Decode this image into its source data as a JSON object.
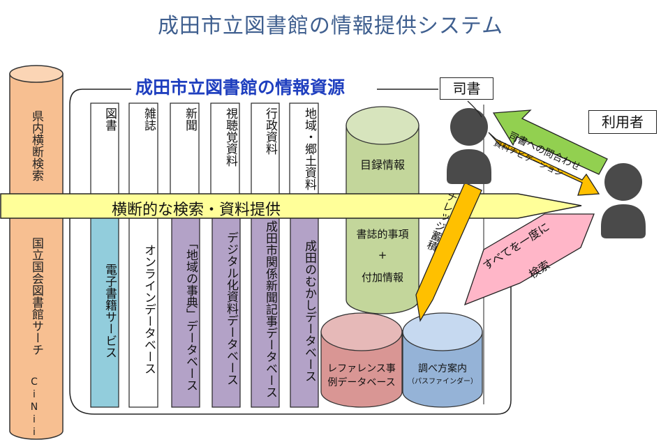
{
  "title": "成田市立図書館の情報提供システム",
  "resources_title": "成田市立図書館の情報資源",
  "left_pillar": {
    "top_label": "県内横断検索",
    "bottom_label": "国立国会図書館サーチ",
    "bottom_label_2": "CiNii",
    "color": "#f7bf91"
  },
  "upper_columns": [
    {
      "label": "図書"
    },
    {
      "label": "雑誌"
    },
    {
      "label": "新聞"
    },
    {
      "label": "視聴覚資料"
    },
    {
      "label": "行政資料"
    },
    {
      "label": "地域・郷土資料"
    }
  ],
  "lower_columns": [
    {
      "label": "電子書籍サービス",
      "color": "#92cddc"
    },
    {
      "label": "オンラインデータベース",
      "color": "#ffffff"
    },
    {
      "label": "「地域の事典」データベース",
      "color": "#b3a2c7"
    },
    {
      "label": "デジタル化資料データベース",
      "color": "#b3a2c7"
    },
    {
      "label": "成田市関係新聞記事データベース",
      "color": "#b3a2c7"
    },
    {
      "label": "成田のむかしデータベース",
      "color": "#b3a2c7"
    }
  ],
  "catalog_db": {
    "top_label": "目録情報",
    "line1": "書誌的事項",
    "line2": "+",
    "line3": "付加情報",
    "color": "#c3d69b"
  },
  "reference_db": {
    "line1": "レファレンス事",
    "line2": "例データベース",
    "color": "#d99694"
  },
  "pathfinder_db": {
    "line1": "調べ方案内",
    "line2": "（パスファインダー）",
    "color": "#95b3d7"
  },
  "main_arrow": {
    "label": "横断的な検索・資料提供",
    "color": "#ffff99"
  },
  "librarian": {
    "label": "司書"
  },
  "user": {
    "label": "利用者"
  },
  "arrows": {
    "inquiry": {
      "label": "司書への問合わせ",
      "color": "#92d050"
    },
    "navigation": {
      "label": "資料ナビゲーション",
      "color": "#ffc000"
    },
    "knowledge": {
      "label": "ナレッジ蓄積",
      "color": "#ffc000"
    },
    "search_all_line1": "すべてを一度に",
    "search_all_line2": "検索",
    "search_all_color": "#ffb6c8"
  }
}
